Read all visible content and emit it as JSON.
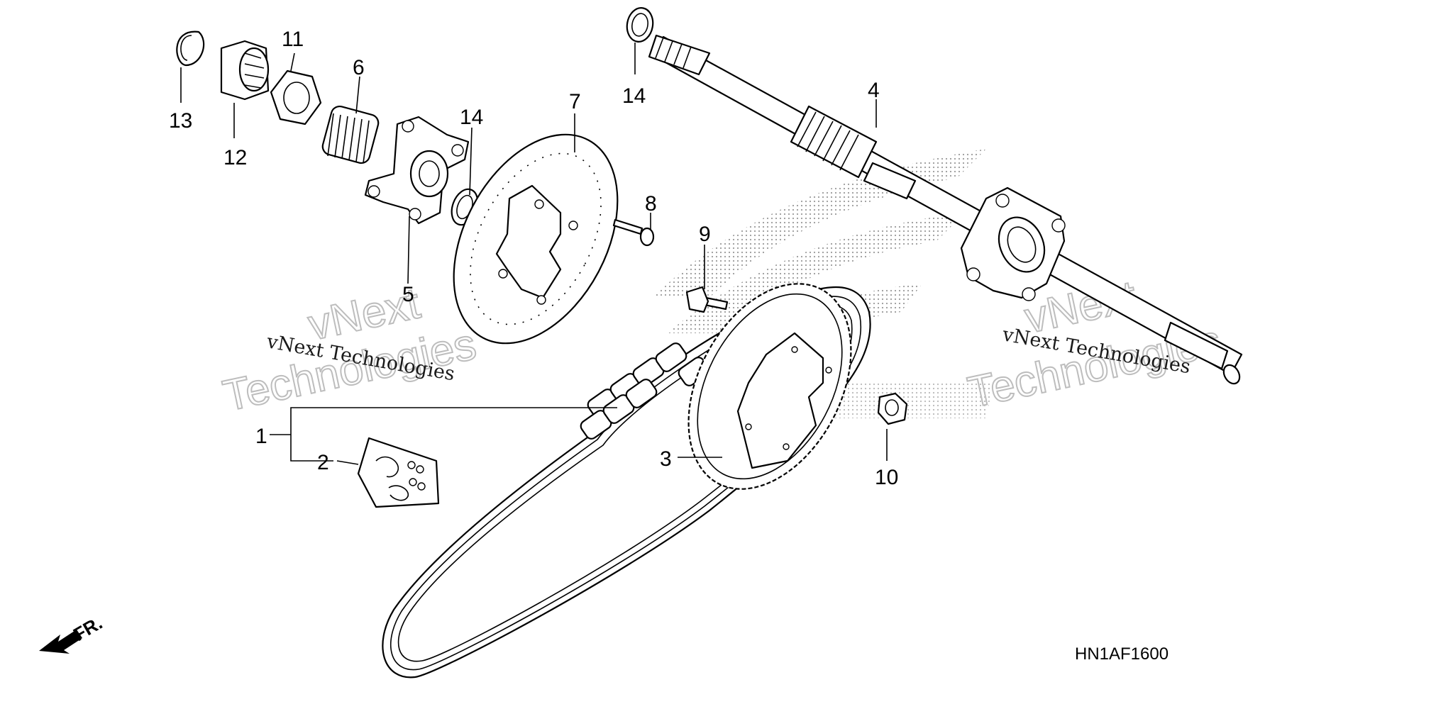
{
  "diagram": {
    "code": "HN1AF1600",
    "front_marker": "FR.",
    "watermarks": [
      {
        "small": "vNext Technologies",
        "big_line1": "vNext",
        "big_line2": "Technologies"
      },
      {
        "small": "vNext Technologies",
        "big_line1": "vNext",
        "big_line2": "Technologies"
      }
    ],
    "callouts": [
      {
        "id": "1",
        "label": "1"
      },
      {
        "id": "2",
        "label": "2"
      },
      {
        "id": "3",
        "label": "3"
      },
      {
        "id": "4",
        "label": "4"
      },
      {
        "id": "5",
        "label": "5"
      },
      {
        "id": "6",
        "label": "6"
      },
      {
        "id": "7",
        "label": "7"
      },
      {
        "id": "8",
        "label": "8"
      },
      {
        "id": "9",
        "label": "9"
      },
      {
        "id": "10",
        "label": "10"
      },
      {
        "id": "11",
        "label": "11"
      },
      {
        "id": "12",
        "label": "12"
      },
      {
        "id": "13",
        "label": "13"
      },
      {
        "id": "14a",
        "label": "14"
      },
      {
        "id": "14b",
        "label": "14"
      }
    ]
  }
}
